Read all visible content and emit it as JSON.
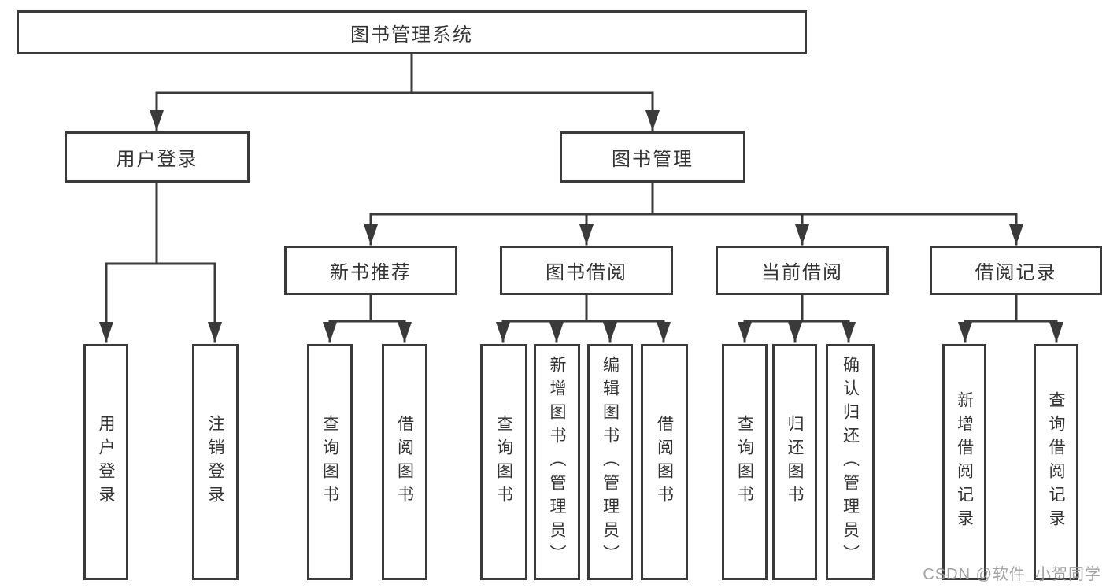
{
  "page": {
    "background_color": "#ffffff",
    "line_color": "#3a3a3a",
    "text_color": "#333333",
    "watermark_color": "#9a9a9a"
  },
  "watermark": {
    "text": "CSDN @软件_小贺同学"
  },
  "diagram": {
    "type": "tree",
    "root": {
      "label": "图书管理系统"
    },
    "branches": [
      {
        "label": "用户登录",
        "children": [
          {
            "label": "用户登录"
          },
          {
            "label": "注销登录"
          }
        ]
      },
      {
        "label": "图书管理",
        "children": [
          {
            "label": "新书推荐",
            "children": [
              {
                "label": "查询图书"
              },
              {
                "label": "借阅图书"
              }
            ]
          },
          {
            "label": "图书借阅",
            "children": [
              {
                "label": "查询图书"
              },
              {
                "label": "新增图书（管理员）"
              },
              {
                "label": "编辑图书（管理员）"
              },
              {
                "label": "借阅图书"
              }
            ]
          },
          {
            "label": "当前借阅",
            "children": [
              {
                "label": "查询图书"
              },
              {
                "label": "归还图书"
              },
              {
                "label": "确认归还（管理员）"
              }
            ]
          },
          {
            "label": "借阅记录",
            "children": [
              {
                "label": "新增借阅记录"
              },
              {
                "label": "查询借阅记录"
              }
            ]
          }
        ]
      }
    ]
  }
}
